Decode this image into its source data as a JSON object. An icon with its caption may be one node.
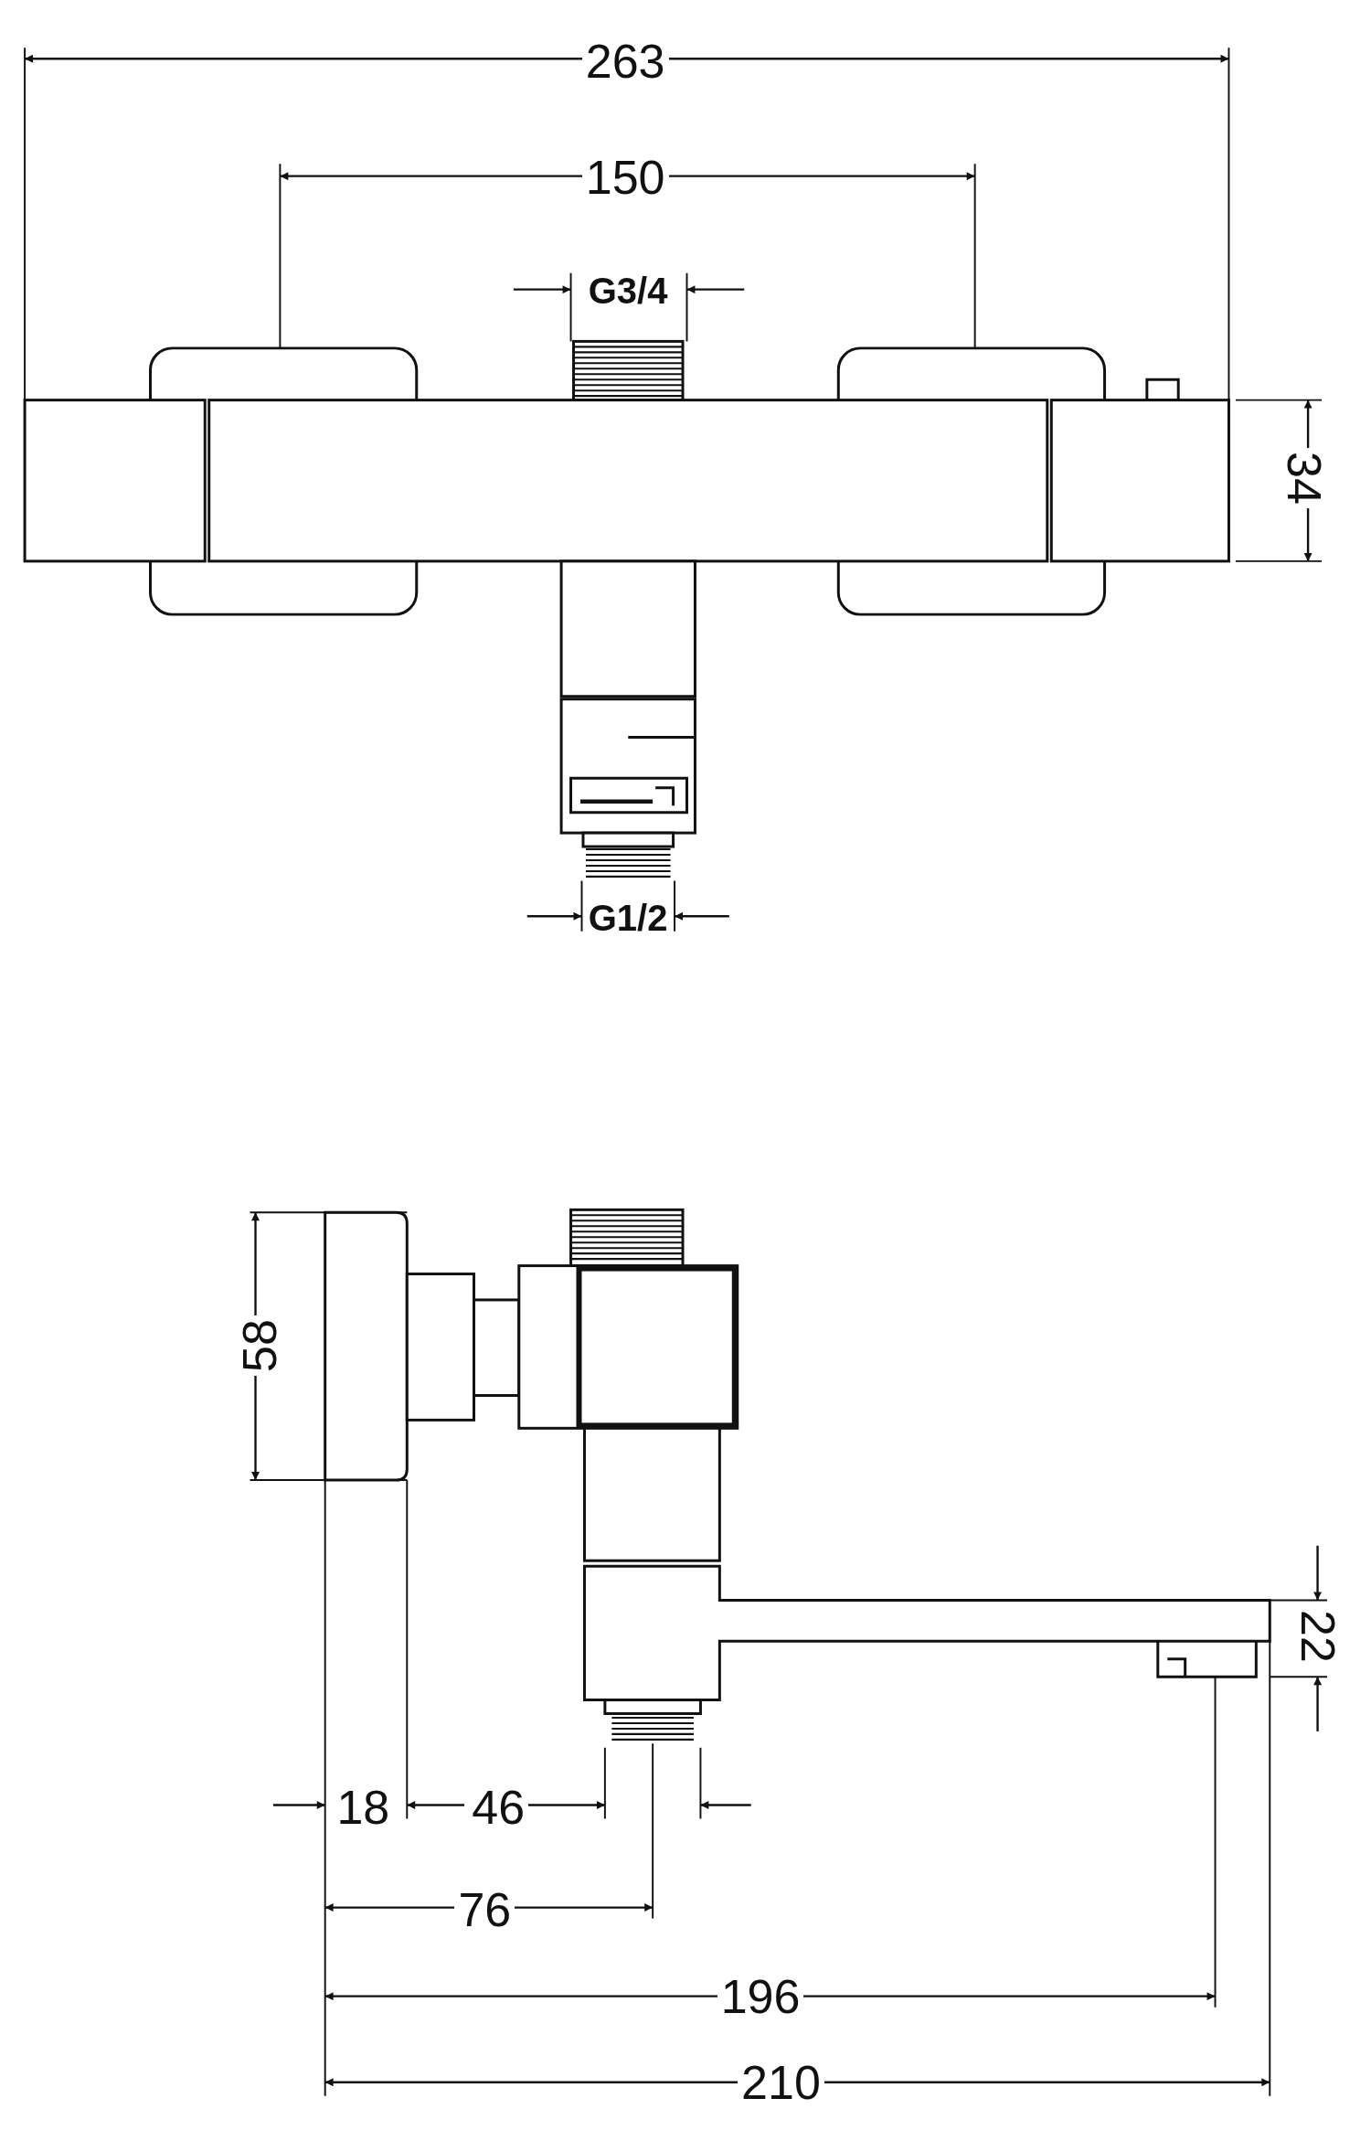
{
  "diagram": {
    "labels": [
      "263",
      "150",
      "G3/4",
      "34",
      "G1/2",
      "58",
      "18",
      "46",
      "76",
      "196",
      "210",
      "22"
    ]
  }
}
